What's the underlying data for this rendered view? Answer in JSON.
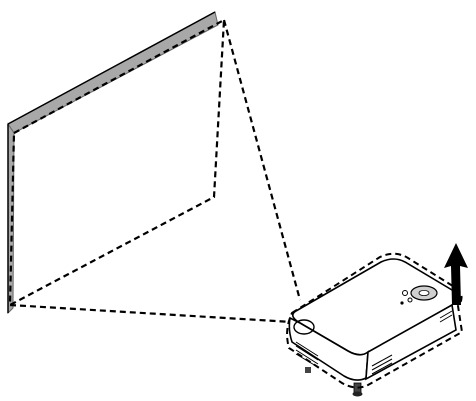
{
  "diagram": {
    "elements": [
      {
        "name": "projection-screen",
        "kind": "screen"
      },
      {
        "name": "projection-beam",
        "kind": "dashed-outline"
      },
      {
        "name": "projector",
        "kind": "device"
      },
      {
        "name": "tilt-up-arrow-icon",
        "kind": "arrow",
        "direction": "up"
      }
    ],
    "colors": {
      "line": "#000000",
      "screen_edge": "#8c8c8c",
      "background": "#ffffff"
    }
  }
}
